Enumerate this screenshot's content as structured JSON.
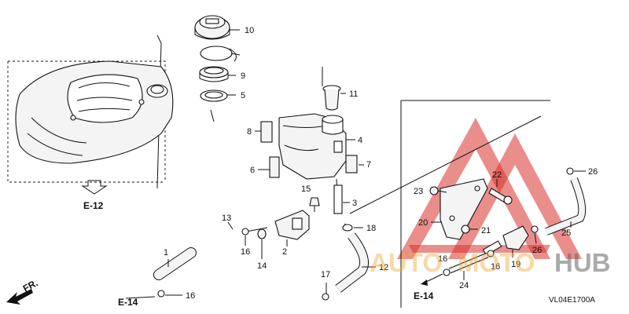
{
  "callouts": [
    {
      "id": "c1",
      "text": "1"
    },
    {
      "id": "c2",
      "text": "2"
    },
    {
      "id": "c3",
      "text": "3"
    },
    {
      "id": "c4",
      "text": "4"
    },
    {
      "id": "c5",
      "text": "5"
    },
    {
      "id": "c6",
      "text": "6"
    },
    {
      "id": "c7",
      "text": "7"
    },
    {
      "id": "c8",
      "text": "8"
    },
    {
      "id": "c9",
      "text": "9"
    },
    {
      "id": "c10",
      "text": "10"
    },
    {
      "id": "c11",
      "text": "11"
    },
    {
      "id": "c12",
      "text": "12"
    },
    {
      "id": "c13",
      "text": "13"
    },
    {
      "id": "c14",
      "text": "14"
    },
    {
      "id": "c15",
      "text": "15"
    },
    {
      "id": "c16a",
      "text": "16"
    },
    {
      "id": "c16b",
      "text": "16"
    },
    {
      "id": "c16c",
      "text": "16"
    },
    {
      "id": "c16d",
      "text": "16"
    },
    {
      "id": "c17",
      "text": "17"
    },
    {
      "id": "c18",
      "text": "18"
    },
    {
      "id": "c19",
      "text": "19"
    },
    {
      "id": "c20",
      "text": "20"
    },
    {
      "id": "c21",
      "text": "21"
    },
    {
      "id": "c22",
      "text": "22"
    },
    {
      "id": "c23",
      "text": "23"
    },
    {
      "id": "c24",
      "text": "24"
    },
    {
      "id": "c25",
      "text": "25"
    },
    {
      "id": "c26a",
      "text": "26"
    },
    {
      "id": "c26b",
      "text": "26"
    }
  ],
  "refs": {
    "e12": "E-12",
    "e14_left": "E-14",
    "e14_right": "E-14",
    "fr": "FR."
  },
  "diagram_code": "VL04E1700A",
  "watermark": {
    "part1": "AUTO",
    "part2": "MOTO",
    "part3": "HUB",
    "color_red": "#d9322b",
    "color_gold": "#f2a93b",
    "color_gray": "#666666"
  }
}
